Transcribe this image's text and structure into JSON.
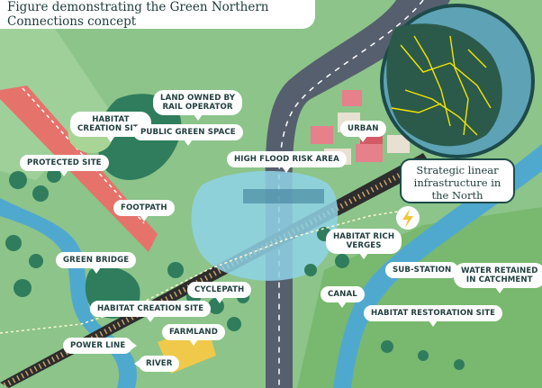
{
  "title": "Figure demonstrating the Green Northern Connections concept",
  "callout": {
    "lines": [
      "Strategic linear",
      "infrastructure in",
      "the North"
    ]
  },
  "labels": {
    "land_owned": [
      "LAND OWNED BY",
      "RAIL OPERATOR"
    ],
    "habitat_creation_site_top": [
      "HABITAT",
      "CREATION SITE"
    ],
    "public_green_space": "PUBLIC GREEN SPACE",
    "protected_site": "PROTECTED SITE",
    "high_flood_risk_area": "HIGH FLOOD RISK AREA",
    "urban": "URBAN",
    "footpath": "FOOTPATH",
    "habitat_rich_verges": [
      "HABITAT RICH",
      "VERGES"
    ],
    "green_bridge": "GREEN BRIDGE",
    "sub_station": "SUB-STATION",
    "water_retained": [
      "WATER RETAINED",
      "IN CATCHMENT"
    ],
    "cyclepath": "CYCLEPATH",
    "canal": "CANAL",
    "habitat_creation_site_bottom": "HABITAT CREATION SITE",
    "habitat_restoration_site": "HABITAT RESTORATION SITE",
    "farmland": "FARMLAND",
    "power_line": "POWER LINE",
    "river": "RIVER"
  },
  "colors": {
    "grass": "#8cc48a",
    "dark_green": "#2f7d5c",
    "road": "#565f6e",
    "path_red": "#e5736b",
    "river": "#4fa9cf",
    "rail": "#2d2d2d",
    "flood": "#8fd3e6",
    "inset_sea": "#5da3b5",
    "inset_land": "#2b5a4a",
    "inset_lines": "#f4e400"
  }
}
